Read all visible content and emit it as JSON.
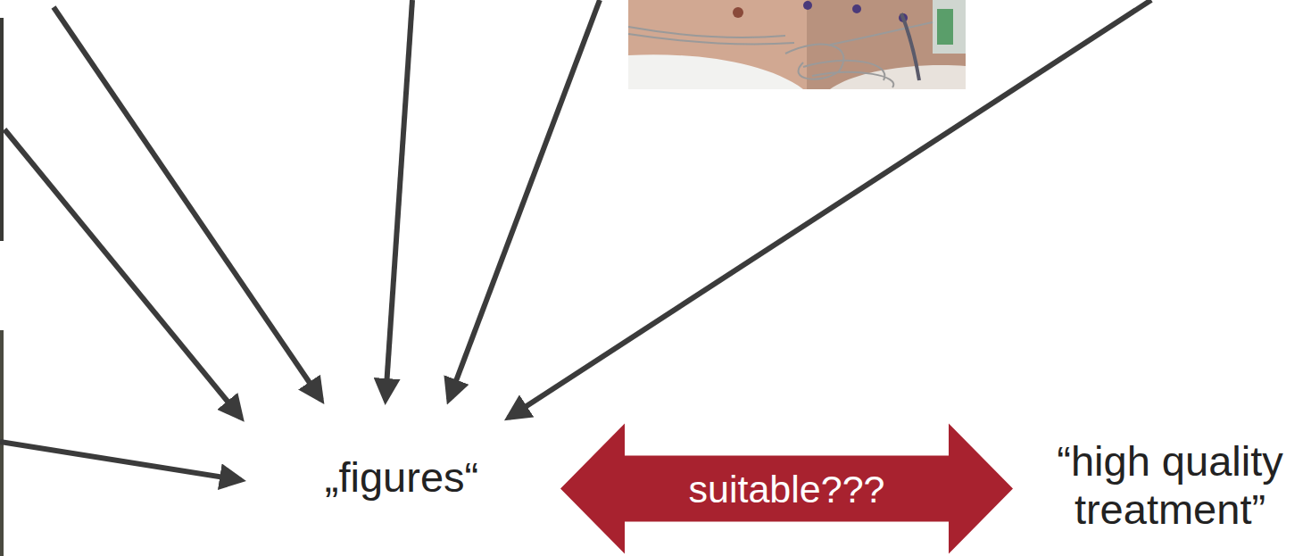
{
  "diagram": {
    "nodes": [
      {
        "text": [
          "„figures“"
        ]
      },
      {
        "text": [
          "“high quality treatment”"
        ]
      }
    ],
    "edges": [
      {
        "from": 0,
        "to": 1,
        "label": "suitable???",
        "arrow": "both"
      }
    ]
  }
}
